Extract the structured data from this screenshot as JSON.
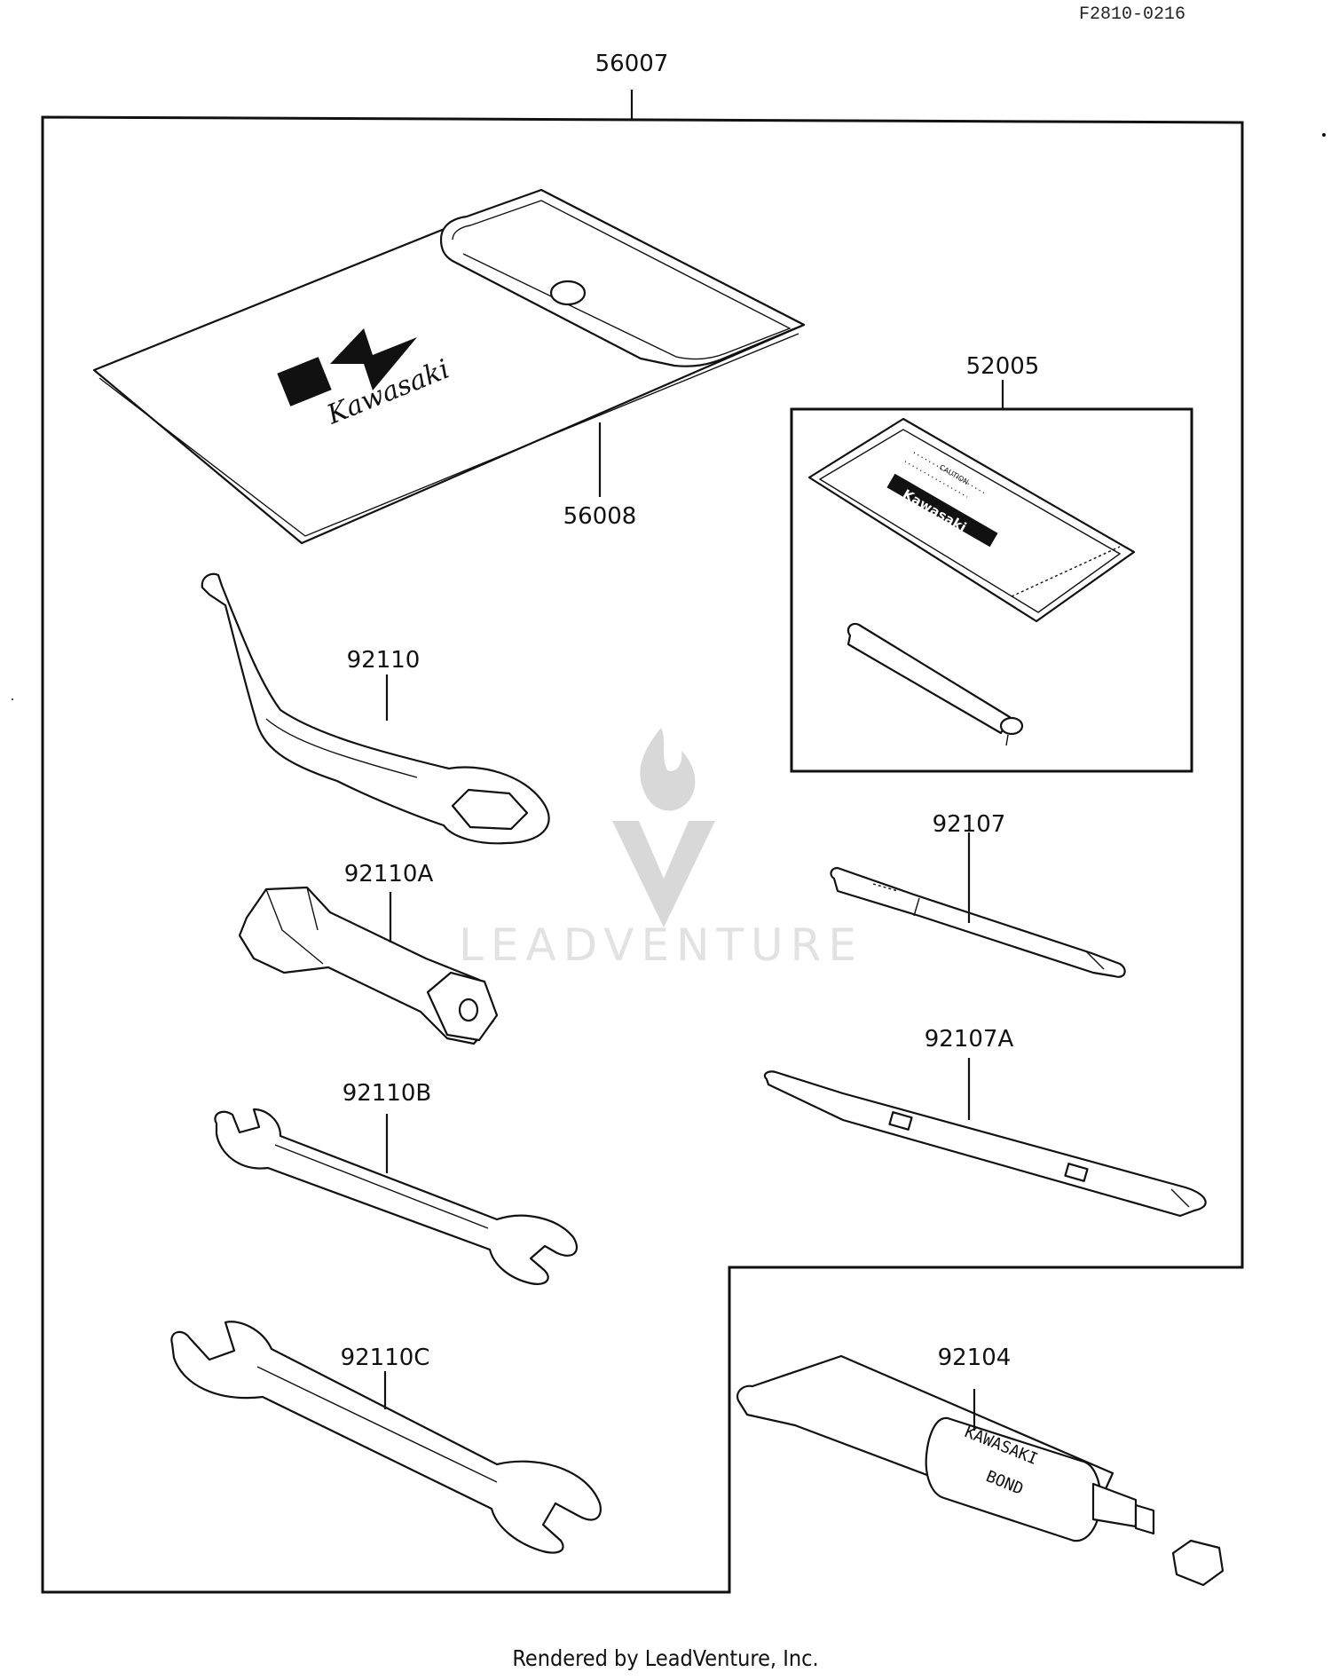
{
  "reference_code": "F2810-0216",
  "footer_text": "Rendered by LeadVenture, Inc.",
  "watermark_text": "LEADVENTURE",
  "parts": {
    "tool_kit": "56007",
    "tool_bag": "56008",
    "sticker_kit": "52005",
    "spanner_hook": "92110",
    "box_wrench": "92110A",
    "wrench_small": "92110B",
    "wrench_large": "92110C",
    "screwdriver_phillips": "92107",
    "screwdriver_combo": "92107A",
    "bond_tube": "92104"
  },
  "bag_logo_text": "Kawasaki",
  "sticker_text": {
    "caution": "CAUTION",
    "brand": "Kawasaki"
  },
  "tube_text": {
    "line1": "KAWASAKI",
    "line2": "BOND"
  }
}
